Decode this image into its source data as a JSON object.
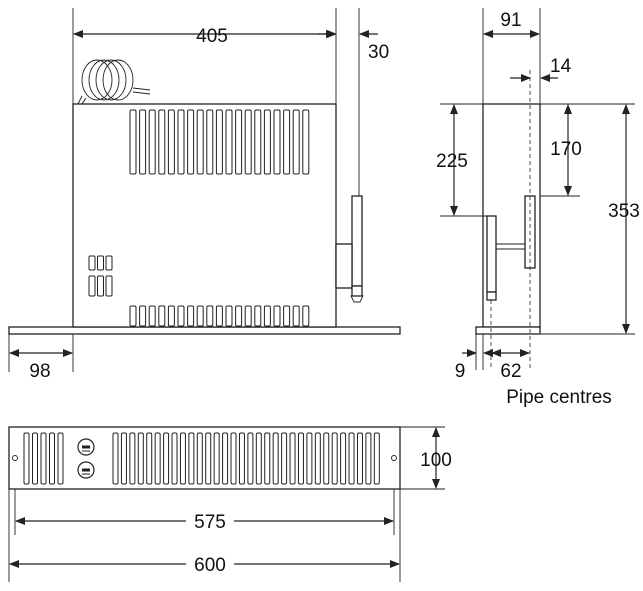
{
  "dimensions": {
    "width_405": "405",
    "flange_30": "30",
    "offset_98": "98",
    "depth_91": "91",
    "pipe_14": "14",
    "height_225": "225",
    "height_170": "170",
    "height_353": "353",
    "pipe_9": "9",
    "pipe_62": "62",
    "front_height_100": "100",
    "inner_width_575": "575",
    "total_width_600": "600"
  },
  "labels": {
    "pipe_centres": "Pipe centres"
  },
  "icons": {
    "cable": "coiled-cable-icon",
    "knob": "control-knob-icon",
    "screw": "screw-hole-icon"
  },
  "colors": {
    "line": "#222222",
    "background": "#ffffff"
  }
}
